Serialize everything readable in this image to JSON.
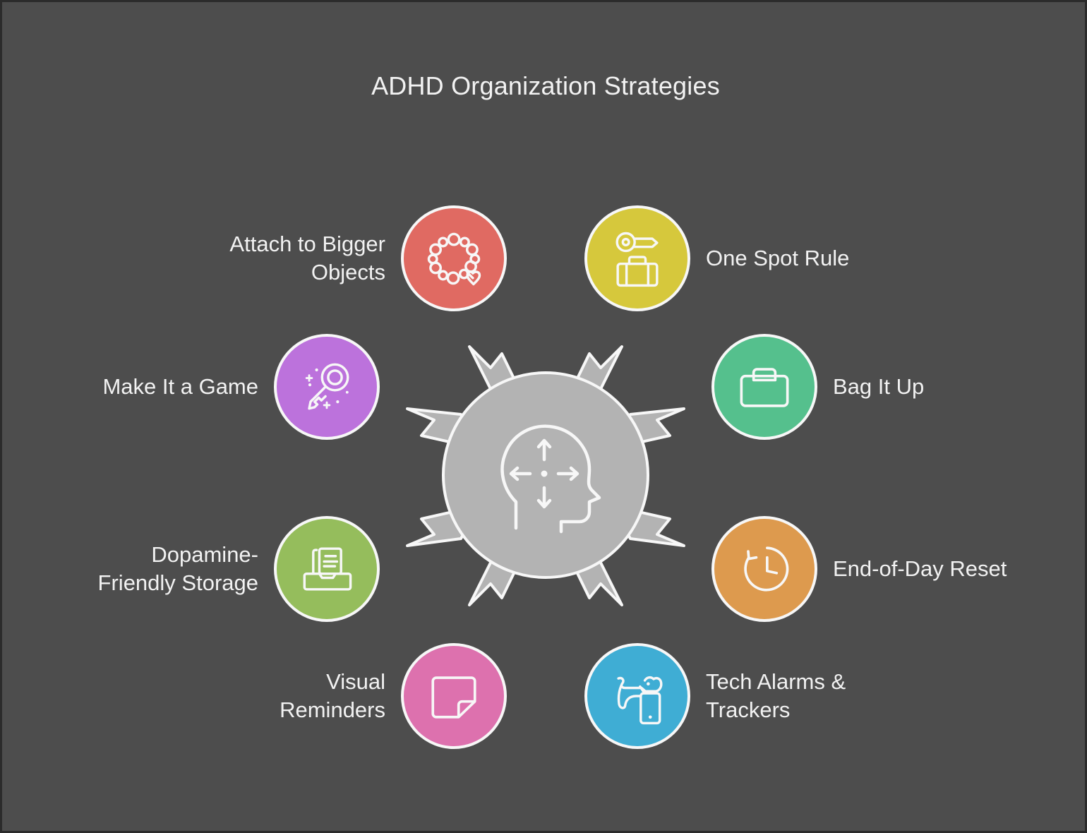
{
  "diagram": {
    "title": "ADHD Organization Strategies",
    "background_color": "#4d4d4d",
    "text_color": "#f2f2f2",
    "border_color": "#2b2b2b",
    "center": {
      "icon": "head-with-scatter-arrows-icon",
      "hub_color": "#b3b3b3",
      "arrow_count": 8
    },
    "nodes": [
      {
        "id": "attach-to-bigger-objects",
        "label": "Attach to Bigger\nObjects",
        "side": "left",
        "color": "#e06a62",
        "icon": "beaded-bracelet-heart-charm-icon"
      },
      {
        "id": "one-spot-rule",
        "label": "One Spot Rule",
        "side": "right",
        "color": "#d6c83c",
        "icon": "key-and-suitcase-icon"
      },
      {
        "id": "make-it-a-game",
        "label": "Make It a Game",
        "side": "left",
        "color": "#bc72dc",
        "icon": "sparkling-key-icon"
      },
      {
        "id": "bag-it-up",
        "label": "Bag It Up",
        "side": "right",
        "color": "#55c08d",
        "icon": "briefcase-icon"
      },
      {
        "id": "dopamine-friendly-storage",
        "label": "Dopamine-\nFriendly Storage",
        "side": "left",
        "color": "#95bd5c",
        "icon": "document-tray-icon"
      },
      {
        "id": "end-of-day-reset",
        "label": "End-of-Day Reset",
        "side": "right",
        "color": "#dd9a4e",
        "icon": "clock-reset-arrow-icon"
      },
      {
        "id": "visual-reminders",
        "label": "Visual\nReminders",
        "side": "left",
        "color": "#dd71ae",
        "icon": "sticky-note-folded-corner-icon"
      },
      {
        "id": "tech-alarms-and-trackers",
        "label": "Tech Alarms &\nTrackers",
        "side": "right",
        "color": "#3fadd4",
        "icon": "dog-and-smartphone-tracker-icon"
      }
    ]
  }
}
